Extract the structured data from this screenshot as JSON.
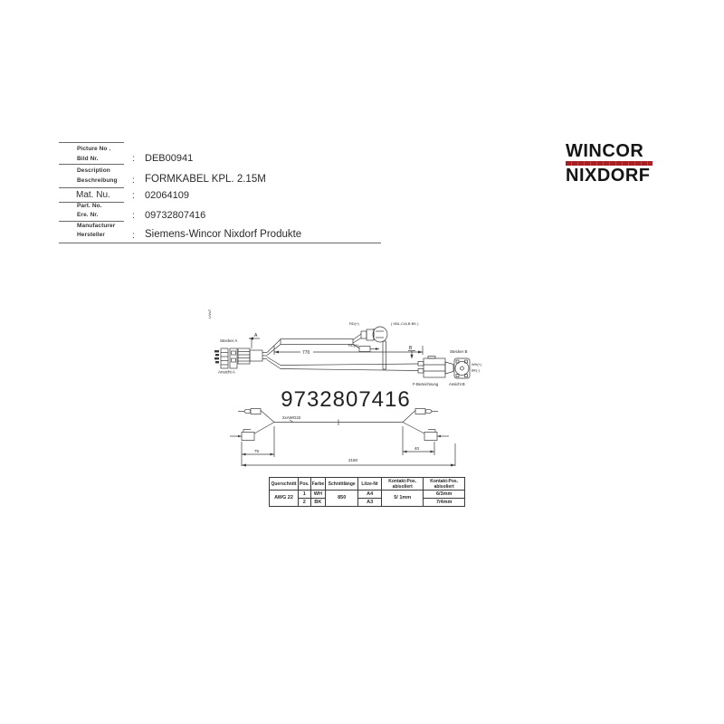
{
  "header": {
    "colon": ":",
    "fields": [
      {
        "label_en": "Picture No .",
        "label_de": "Bild Nr.",
        "value": "DEB00941"
      },
      {
        "label_en": "Description",
        "label_de": "Beschreibung",
        "value": "FORMKABEL KPL. 2.15M"
      },
      {
        "label_en": "Mat. Nu.",
        "label_de": "",
        "value": "02064109"
      },
      {
        "label_en": "Part. No.",
        "label_de": "Ere. Nr.",
        "value": "09732807416"
      },
      {
        "label_en": "Manufacturer",
        "label_de": "Hersteller",
        "value": "Siemens-Wincor Nixdorf Produkte"
      }
    ]
  },
  "logo": {
    "line1": "WINCOR",
    "line2": "NIXDORF",
    "bar_color": "#a81e22"
  },
  "drawing": {
    "frame_label": "LrVwT",
    "connector_a_label": "Stecker A",
    "view_a_label": "Ansicht A",
    "section_a": "A",
    "section_b": "B",
    "plug_top_label": "RD(+)",
    "plug_bottom_label": "RD(A)",
    "note": "( KBL,C/A,B  BK )",
    "dim_branch": "770",
    "connector_b_label": "Stecker B",
    "view_b_label": "Ansicht B",
    "f_label": "F-Bezeichnung",
    "pin_label_top": "WH(+)",
    "pin_label_bottom": "BK(-)",
    "part_number": "9732807416",
    "wire_label": "2xAWG22",
    "dim_left": "75",
    "dim_right": "40",
    "dim_total": "2150"
  },
  "table": {
    "headers": [
      "Querschnitt",
      "Pos.",
      "Farbe",
      "Schnittlänge",
      "Litze-Nr"
    ],
    "kontakt_header_line1": "Kontakt-Pos.",
    "kontakt_header_line2": "abisoliert",
    "querschnitt": "AWG 22",
    "schnittlaenge": "850",
    "kontakt1": "5/ 1mm",
    "rows": [
      {
        "pos": "1",
        "farbe": "WH",
        "litze": "A4",
        "kontakt2": "6/3mm"
      },
      {
        "pos": "2",
        "farbe": "BK",
        "litze": "A3",
        "kontakt2": "7/4mm"
      }
    ]
  }
}
